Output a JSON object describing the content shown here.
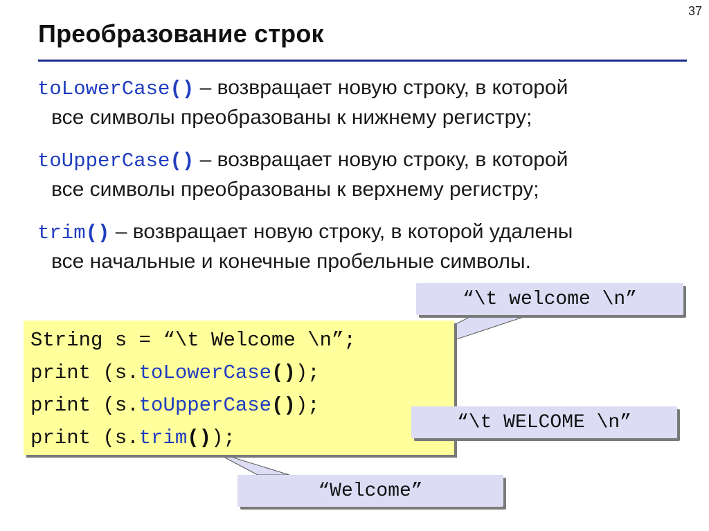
{
  "page_number": "37",
  "title": "Преобразование строк",
  "definitions": [
    {
      "method": "toLowerCase",
      "parens": "()",
      "line1_rest": " – возвращает новую строку, в которой",
      "line2": "все символы преобразованы к нижнему регистру;"
    },
    {
      "method": "toUpperCase",
      "parens": "()",
      "line1_rest": " – возвращает новую строку, в которой",
      "line2": "все символы преобразованы к верхнему регистру;"
    },
    {
      "method": "trim",
      "parens": "()",
      "line1_rest": " – возвращает новую строку, в которой удалены",
      "line2": "все начальные и конечные пробельные символы."
    }
  ],
  "code": {
    "line1": "String s = “\\t Welcome \\n”;",
    "lines": [
      {
        "prefix": "print (s.",
        "method": "toLowerCase",
        "parens": "()",
        "suffix": ");"
      },
      {
        "prefix": "print (s.",
        "method": "toUpperCase",
        "parens": "()",
        "suffix": ");"
      },
      {
        "prefix": "print (s.",
        "method": "trim",
        "parens": "()",
        "suffix": ");"
      }
    ]
  },
  "callouts": {
    "lower_result": "“\\t welcome \\n”",
    "upper_result": "“\\t WELCOME \\n”",
    "trim_result": "“Welcome”"
  },
  "colors": {
    "accent_blue": "#1f3dbf",
    "title_rule": "#1a2a8c",
    "code_bg": "#ffff9b",
    "callout_bg": "#dcdcf4",
    "shadow": "#7a7a7a"
  }
}
